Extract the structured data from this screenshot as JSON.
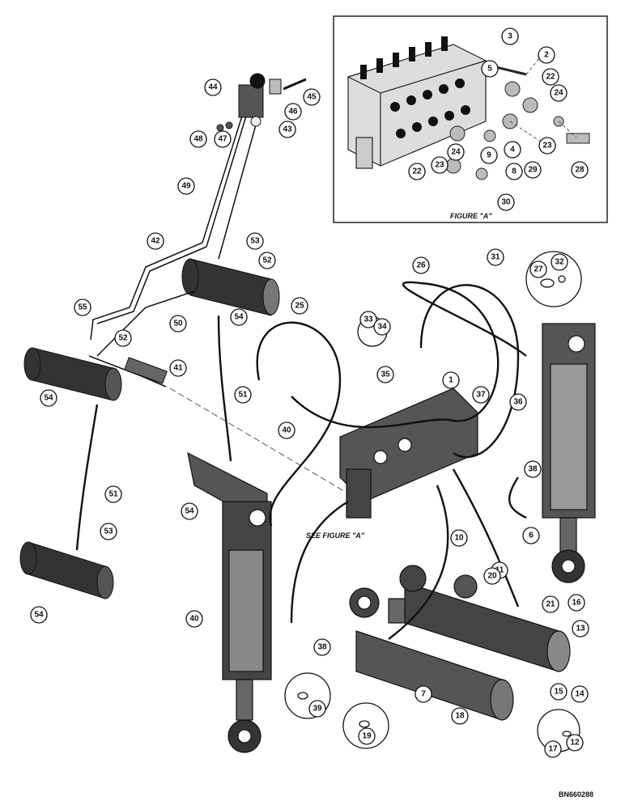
{
  "figure_a_caption": "FIGURE \"A\"",
  "see_figure_note": "SEE FIGURE \"A\"",
  "drawing_code": "BN660288",
  "callouts": {
    "fig": [
      "3",
      "2",
      "5",
      "22",
      "24",
      "9",
      "4",
      "23",
      "29",
      "28",
      "8",
      "22",
      "24",
      "23",
      "30"
    ],
    "main": [
      "44",
      "45",
      "46",
      "43",
      "48",
      "47",
      "49",
      "42",
      "53",
      "52",
      "50",
      "54",
      "55",
      "52",
      "54",
      "41",
      "51",
      "51",
      "53",
      "54",
      "54",
      "40",
      "38",
      "39",
      "25",
      "31",
      "26",
      "27",
      "32",
      "33",
      "34",
      "35",
      "1",
      "37",
      "36",
      "40",
      "38",
      "6",
      "10",
      "11",
      "20",
      "21",
      "16",
      "13",
      "14",
      "15",
      "17",
      "12",
      "18",
      "7",
      "19"
    ]
  }
}
